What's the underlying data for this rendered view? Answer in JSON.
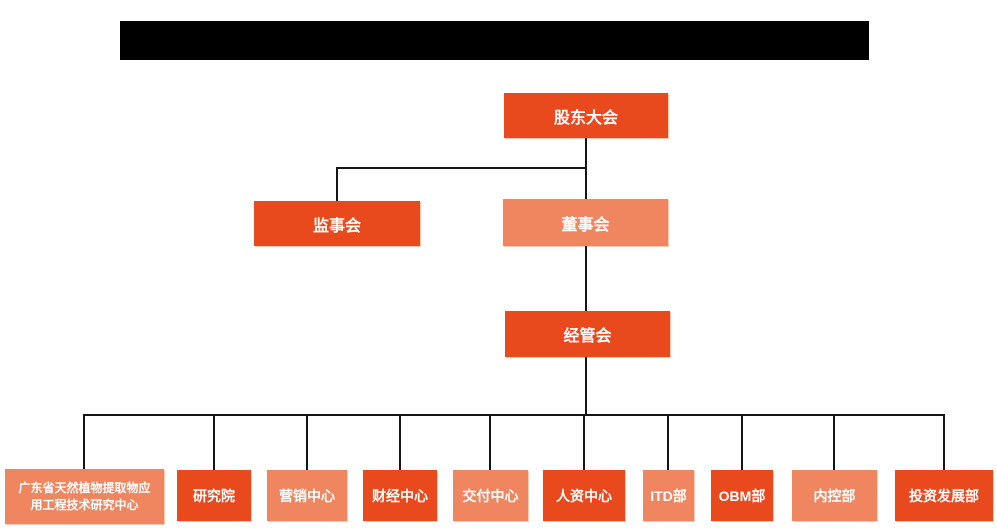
{
  "colors": {
    "primary_dark": "#e8491d",
    "primary_light": "#ef8660",
    "connector_line": "#151515",
    "redaction_bar": "#000000",
    "node_text": "#ffffff",
    "background": "#ffffff"
  },
  "redaction": {
    "description": "blacked-out chart title bar"
  },
  "org": {
    "level1": {
      "label": "股东大会",
      "variant": "dark"
    },
    "level2": [
      {
        "label": "监事会",
        "variant": "dark"
      },
      {
        "label": "董事会",
        "variant": "light"
      }
    ],
    "level3": {
      "label": "经管会",
      "variant": "dark"
    },
    "departments": [
      {
        "label": "广东省天然植物提取物应\n用工程技术研究中心",
        "variant": "light"
      },
      {
        "label": "研究院",
        "variant": "dark"
      },
      {
        "label": "营销中心",
        "variant": "light"
      },
      {
        "label": "财经中心",
        "variant": "dark"
      },
      {
        "label": "交付中心",
        "variant": "light"
      },
      {
        "label": "人资中心",
        "variant": "dark"
      },
      {
        "label": "ITD部",
        "variant": "light"
      },
      {
        "label": "OBM部",
        "variant": "dark"
      },
      {
        "label": "内控部",
        "variant": "light"
      },
      {
        "label": "投资发展部",
        "variant": "dark"
      }
    ]
  }
}
